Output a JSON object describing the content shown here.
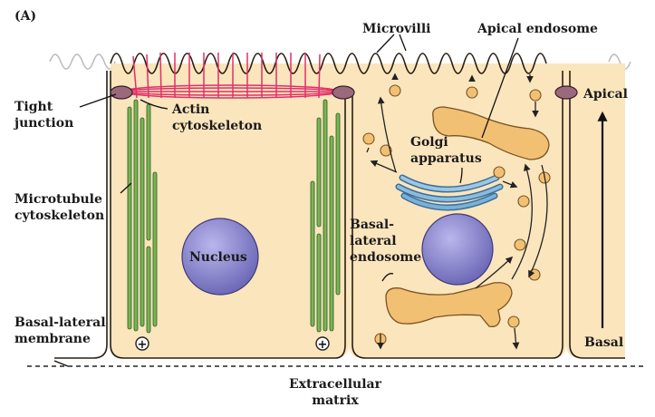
{
  "panel_label": "(A)",
  "labels": {
    "microvilli": "Microvilli",
    "apical_endosome": "Apical endosome",
    "tight_junction_1": "Tight",
    "tight_junction_2": "junction",
    "actin_1": "Actin",
    "actin_2": "cytoskeleton",
    "golgi_1": "Golgi",
    "golgi_2": "apparatus",
    "apical": "Apical",
    "microtubule_1": "Microtubule",
    "microtubule_2": "cytoskeleton",
    "nucleus": "Nucleus",
    "basal_lateral_endosome_1": "Basal-",
    "basal_lateral_endosome_2": "lateral",
    "basal_lateral_endosome_3": "endosome",
    "basal_lateral_membrane_1": "Basal-lateral",
    "basal_lateral_membrane_2": "membrane",
    "basal": "Basal",
    "extracellular_1": "Extracellular",
    "extracellular_2": "matrix",
    "plus_sign": "+"
  },
  "colors": {
    "cytoplasm": "#fbe5bd",
    "outline": "#3a2a1a",
    "actin": "#e0306a",
    "microtubule": "#6fae4f",
    "nucleus": "#8b87cc",
    "golgi": "#6fa3c8",
    "endosome": "#f2c073",
    "junction": "#9a6a7c"
  }
}
